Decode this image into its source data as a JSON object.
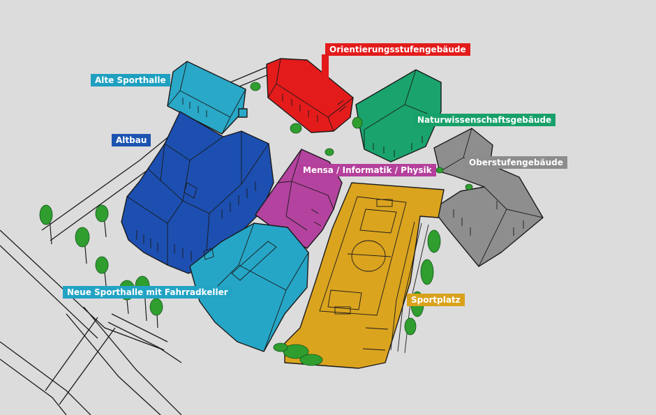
{
  "map": {
    "background_color": "#dcdcdc",
    "labels": {
      "orientierung": {
        "text": "Orientierungsstufengebäude",
        "color": "#e31b1b"
      },
      "alte_sporthalle": {
        "text": "Alte Sporthalle",
        "color": "#1fa0c0"
      },
      "naturwissenschaft": {
        "text": "Naturwissenschaftsgebäude",
        "color": "#18a06a"
      },
      "altbau": {
        "text": "Altbau",
        "color": "#1c54b0"
      },
      "oberstufe": {
        "text": "Oberstufengebäude",
        "color": "#8c8c8c"
      },
      "mensa": {
        "text": "Mensa / Informatik / Physik",
        "color": "#b4409c"
      },
      "neue_sporthalle": {
        "text": "Neue Sporthalle mit Fahrradkeller",
        "color": "#22a3c4"
      },
      "sportplatz": {
        "text": "Sportplatz",
        "color": "#d9a21b"
      }
    },
    "building_colors": {
      "orientierung": "#e31b1b",
      "alte_sporthalle": "#2aa8c8",
      "naturwissenschaft": "#1aa36d",
      "altbau": "#1c4fb0",
      "oberstufe": "#8e8e8e",
      "mensa": "#b3439e",
      "neue_sporthalle": "#26a6c7",
      "sportplatz": "#dba41f",
      "trees": "#2f9e2f"
    }
  }
}
